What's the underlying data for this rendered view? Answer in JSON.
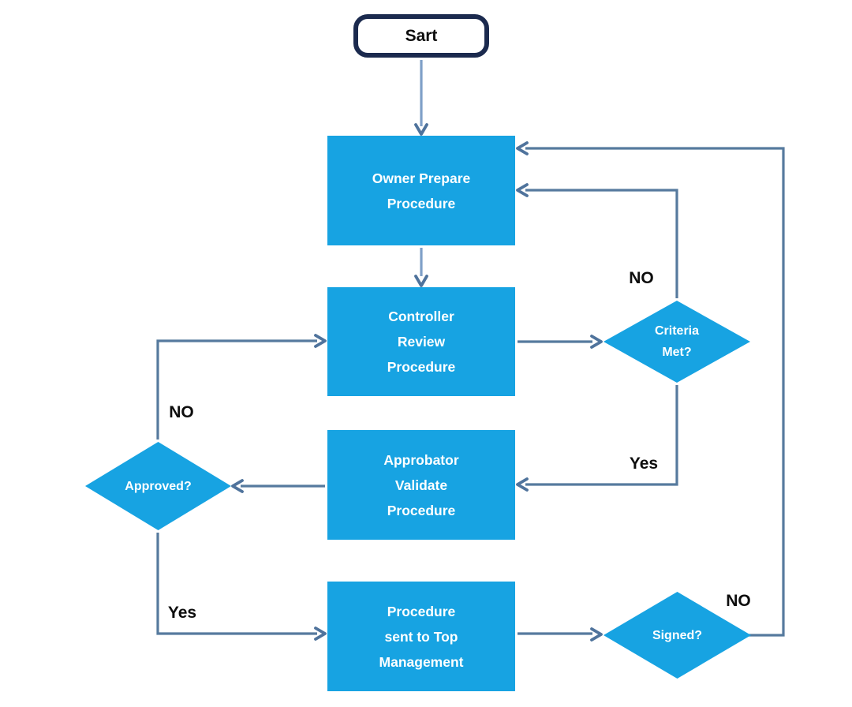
{
  "diagram": {
    "title": "procedure-approval-flowchart",
    "start": {
      "label": "Sart"
    },
    "boxes": [
      {
        "id": "owner-prepare",
        "lines": [
          "Owner Prepare",
          "Procedure"
        ]
      },
      {
        "id": "controller-review",
        "lines": [
          "Controller",
          "Review",
          "Procedure"
        ]
      },
      {
        "id": "approbator-validate",
        "lines": [
          "Approbator",
          "Validate",
          "Procedure"
        ]
      },
      {
        "id": "top-management",
        "lines": [
          "Procedure",
          "sent to Top",
          "Management"
        ]
      }
    ],
    "decisions": [
      {
        "id": "criteria-met",
        "lines": [
          "Criteria",
          "Met?"
        ]
      },
      {
        "id": "approved",
        "lines": [
          "Approved?"
        ]
      },
      {
        "id": "signed",
        "lines": [
          "Signed?"
        ]
      }
    ],
    "edge_labels": {
      "criteria_no": "NO",
      "criteria_yes": "Yes",
      "approved_no": "NO",
      "approved_yes": "Yes",
      "signed_no": "NO"
    },
    "theme": {
      "shape_fill": "#17a3e2",
      "shape_text": "#ffffff",
      "connector": "#567a9e",
      "connector_light": "#7fa0c8",
      "arrowhead": "#4f739c",
      "start_border": "#1b2a4e",
      "label_text": "#0d0d0d",
      "background": "#ffffff"
    }
  }
}
